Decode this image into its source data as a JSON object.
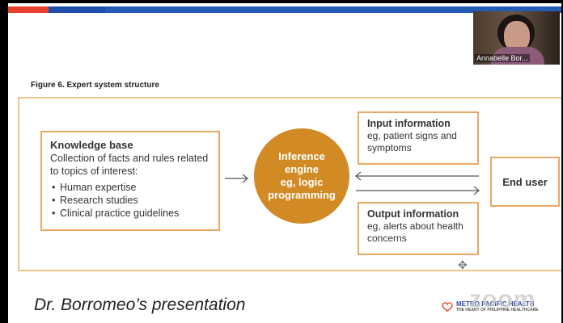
{
  "presenter": {
    "name": "Annabelle Bor..."
  },
  "figure": {
    "title": "Figure 6. Expert system structure",
    "knowledge_base": {
      "heading": "Knowledge base",
      "description": "Collection of facts and rules related to topics of interest:",
      "items": [
        "Human expertise",
        "Research studies",
        "Clinical practice guidelines"
      ]
    },
    "inference_engine": {
      "line1": "Inference",
      "line2": "engine",
      "line3": "eg, logic",
      "line4": "programming"
    },
    "input_info": {
      "heading": "Input information",
      "text": "eg, patient signs and symptoms"
    },
    "output_info": {
      "heading": "Output information",
      "text": "eg, alerts about health concerns"
    },
    "end_user": {
      "label": "End user"
    }
  },
  "caption": "Dr. Borromeo’s presentation",
  "watermark": "zoom",
  "logo": {
    "name": "METRO PACIFIC HEALTH",
    "tagline": "THE HEART OF PHILIPPINE HEALTHCARE"
  },
  "colors": {
    "accent_red": "#e8422d",
    "accent_blue": "#245bb5",
    "engine": "#d18a24",
    "box_border": "#e9a864"
  }
}
